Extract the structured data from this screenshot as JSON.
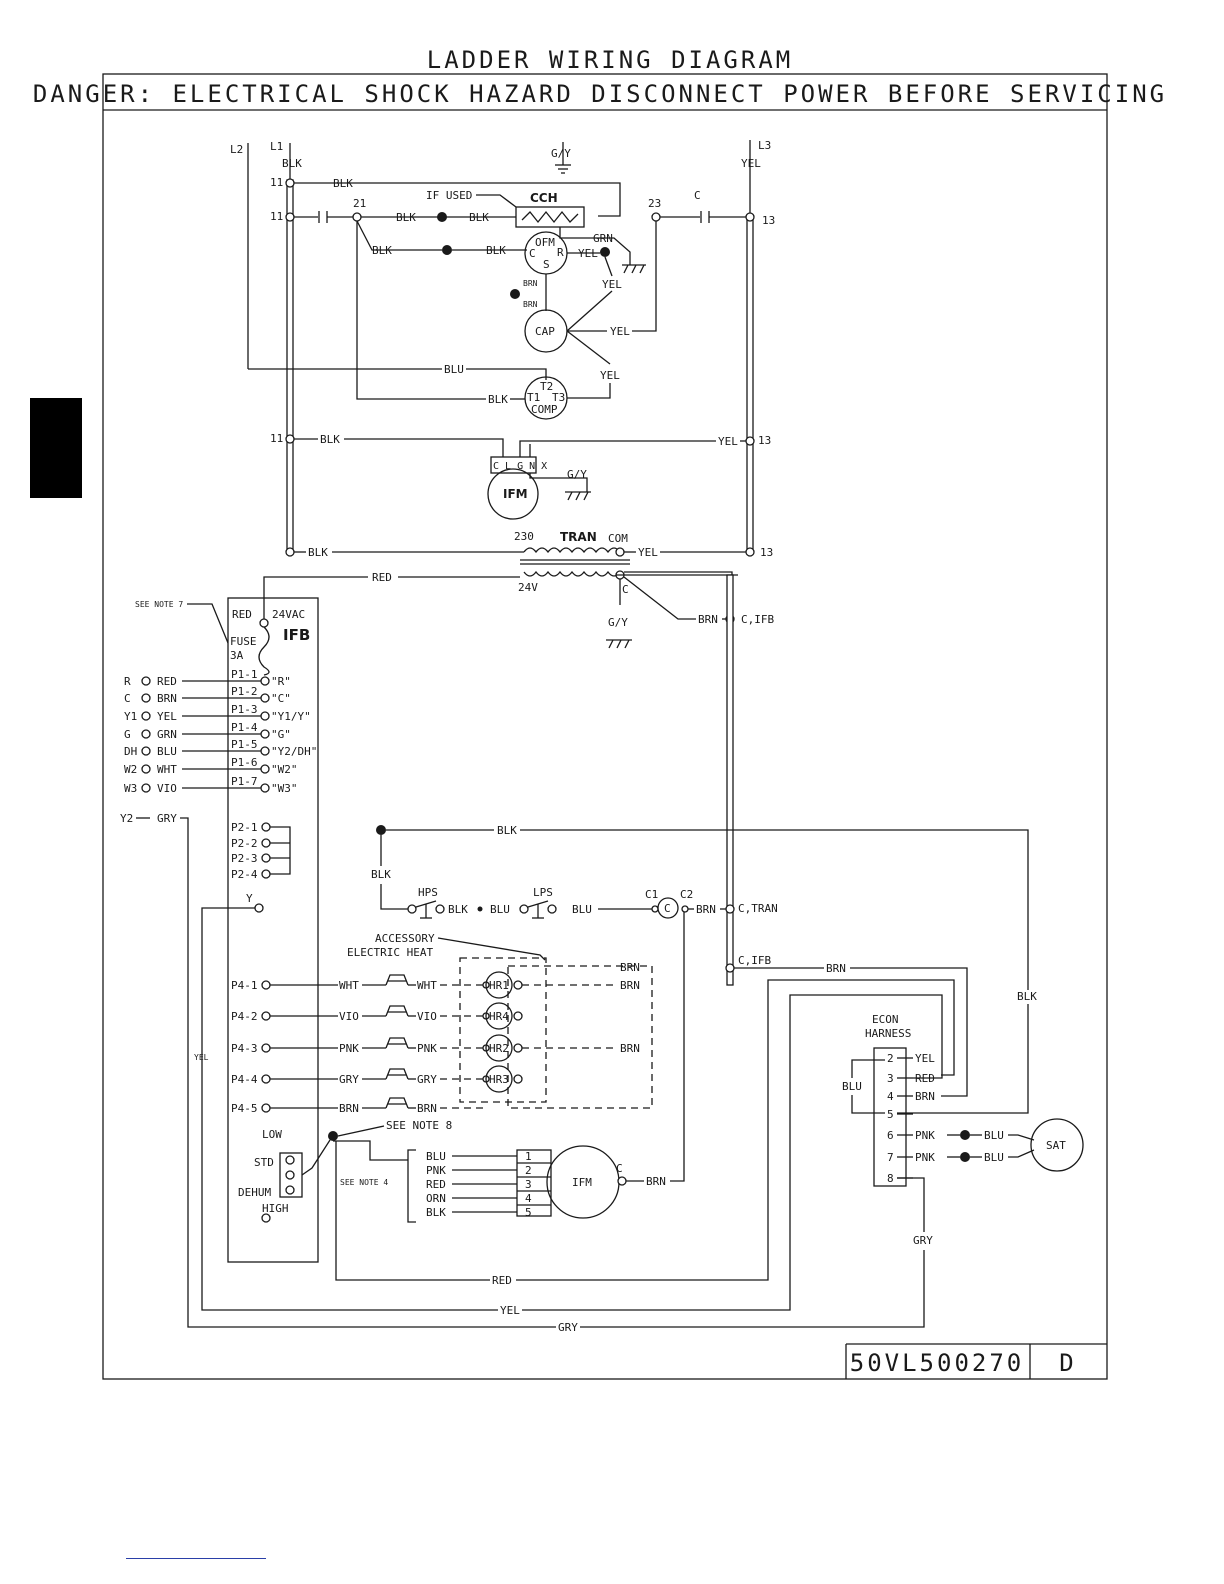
{
  "title": "LADDER WIRING DIAGRAM",
  "warning": "DANGER: ELECTRICAL SHOCK HAZARD DISCONNECT POWER BEFORE SERVICING",
  "drawing_number": "50VL500270",
  "revision": "D",
  "colors": {
    "ink": "#1a1a1a",
    "side_tab": "#000000",
    "link": "#2a3fa8"
  },
  "lines": {
    "l1": "L1",
    "l2": "L2",
    "l3": "L3"
  },
  "wire": {
    "blk": "BLK",
    "yel": "YEL",
    "blu": "BLU",
    "grn": "GRN",
    "brn": "BRN",
    "red": "RED",
    "wht": "WHT",
    "vio": "VIO",
    "pnk": "PNK",
    "gry": "GRY",
    "orn": "ORN",
    "gy": "G/Y"
  },
  "terms": {
    "t11": "11",
    "t13": "13",
    "t21": "21",
    "t23": "23",
    "c": "C"
  },
  "components": {
    "cch": "CCH",
    "if_used": "IF USED",
    "ofm": "OFM",
    "ofm_c": "C",
    "ofm_r": "R",
    "ofm_s": "S",
    "cap": "CAP",
    "comp": "COMP",
    "comp_t1": "T1",
    "comp_t2": "T2",
    "comp_t3": "T3",
    "ifm": "IFM",
    "ifm_pins": "C L G N X",
    "tran": "TRAN",
    "tran_230": "230",
    "tran_com": "COM",
    "tran_24v": "24V",
    "tran_c": "C",
    "c_ifb": "C,IFB",
    "c_tran": "C,TRAN",
    "hps": "HPS",
    "lps": "LPS",
    "c1": "C1",
    "c2": "C2",
    "contactor": "C",
    "accessory": "ACCESSORY",
    "electric_heat": "ELECTRIC HEAT",
    "hr1": "HR1",
    "hr2": "HR2",
    "hr3": "HR3",
    "hr4": "HR4",
    "econ": "ECON",
    "harness": "HARNESS",
    "sat": "SAT",
    "see_note_7": "SEE NOTE 7",
    "see_note_8": "SEE NOTE 8",
    "see_note_4": "SEE NOTE 4"
  },
  "ifb": {
    "title": "IFB",
    "red": "RED",
    "vac": "24VAC",
    "fuse": "FUSE",
    "fuse_rating": "3A",
    "p1": [
      {
        "pin": "P1-1",
        "sig": "\"R\"",
        "term": "R",
        "wire": "RED"
      },
      {
        "pin": "P1-2",
        "sig": "\"C\"",
        "term": "C",
        "wire": "BRN"
      },
      {
        "pin": "P1-3",
        "sig": "\"Y1/Y\"",
        "term": "Y1",
        "wire": "YEL"
      },
      {
        "pin": "P1-4",
        "sig": "\"G\"",
        "term": "G",
        "wire": "GRN"
      },
      {
        "pin": "P1-5",
        "sig": "\"Y2/DH\"",
        "term": "DH",
        "wire": "BLU"
      },
      {
        "pin": "P1-6",
        "sig": "\"W2\"",
        "term": "W2",
        "wire": "WHT"
      },
      {
        "pin": "P1-7",
        "sig": "\"W3\"",
        "term": "W3",
        "wire": "VIO"
      }
    ],
    "y2": "Y2",
    "y2_wire": "GRY",
    "p2": [
      "P2-1",
      "P2-2",
      "P2-3",
      "P2-4"
    ],
    "y": "Y",
    "p4": [
      {
        "pin": "P4-1",
        "wire": "WHT"
      },
      {
        "pin": "P4-2",
        "wire": "VIO"
      },
      {
        "pin": "P4-3",
        "wire": "PNK"
      },
      {
        "pin": "P4-4",
        "wire": "GRY"
      },
      {
        "pin": "P4-5",
        "wire": "BRN"
      }
    ],
    "low": "LOW",
    "std": "STD",
    "dehum": "DEHUM",
    "high": "HIGH"
  },
  "ifm_bottom": {
    "label": "IFM",
    "c": "C",
    "wires": [
      "BLU",
      "PNK",
      "RED",
      "ORN",
      "BLK"
    ],
    "pins": [
      "1",
      "2",
      "3",
      "4",
      "5"
    ]
  },
  "econ_pins": [
    {
      "pin": "2",
      "wire": "YEL"
    },
    {
      "pin": "3",
      "wire": "RED"
    },
    {
      "pin": "4",
      "wire": "BRN"
    },
    {
      "pin": "5",
      "wire": ""
    },
    {
      "pin": "6",
      "wire": "PNK"
    },
    {
      "pin": "7",
      "wire": "PNK"
    },
    {
      "pin": "8",
      "wire": ""
    }
  ]
}
